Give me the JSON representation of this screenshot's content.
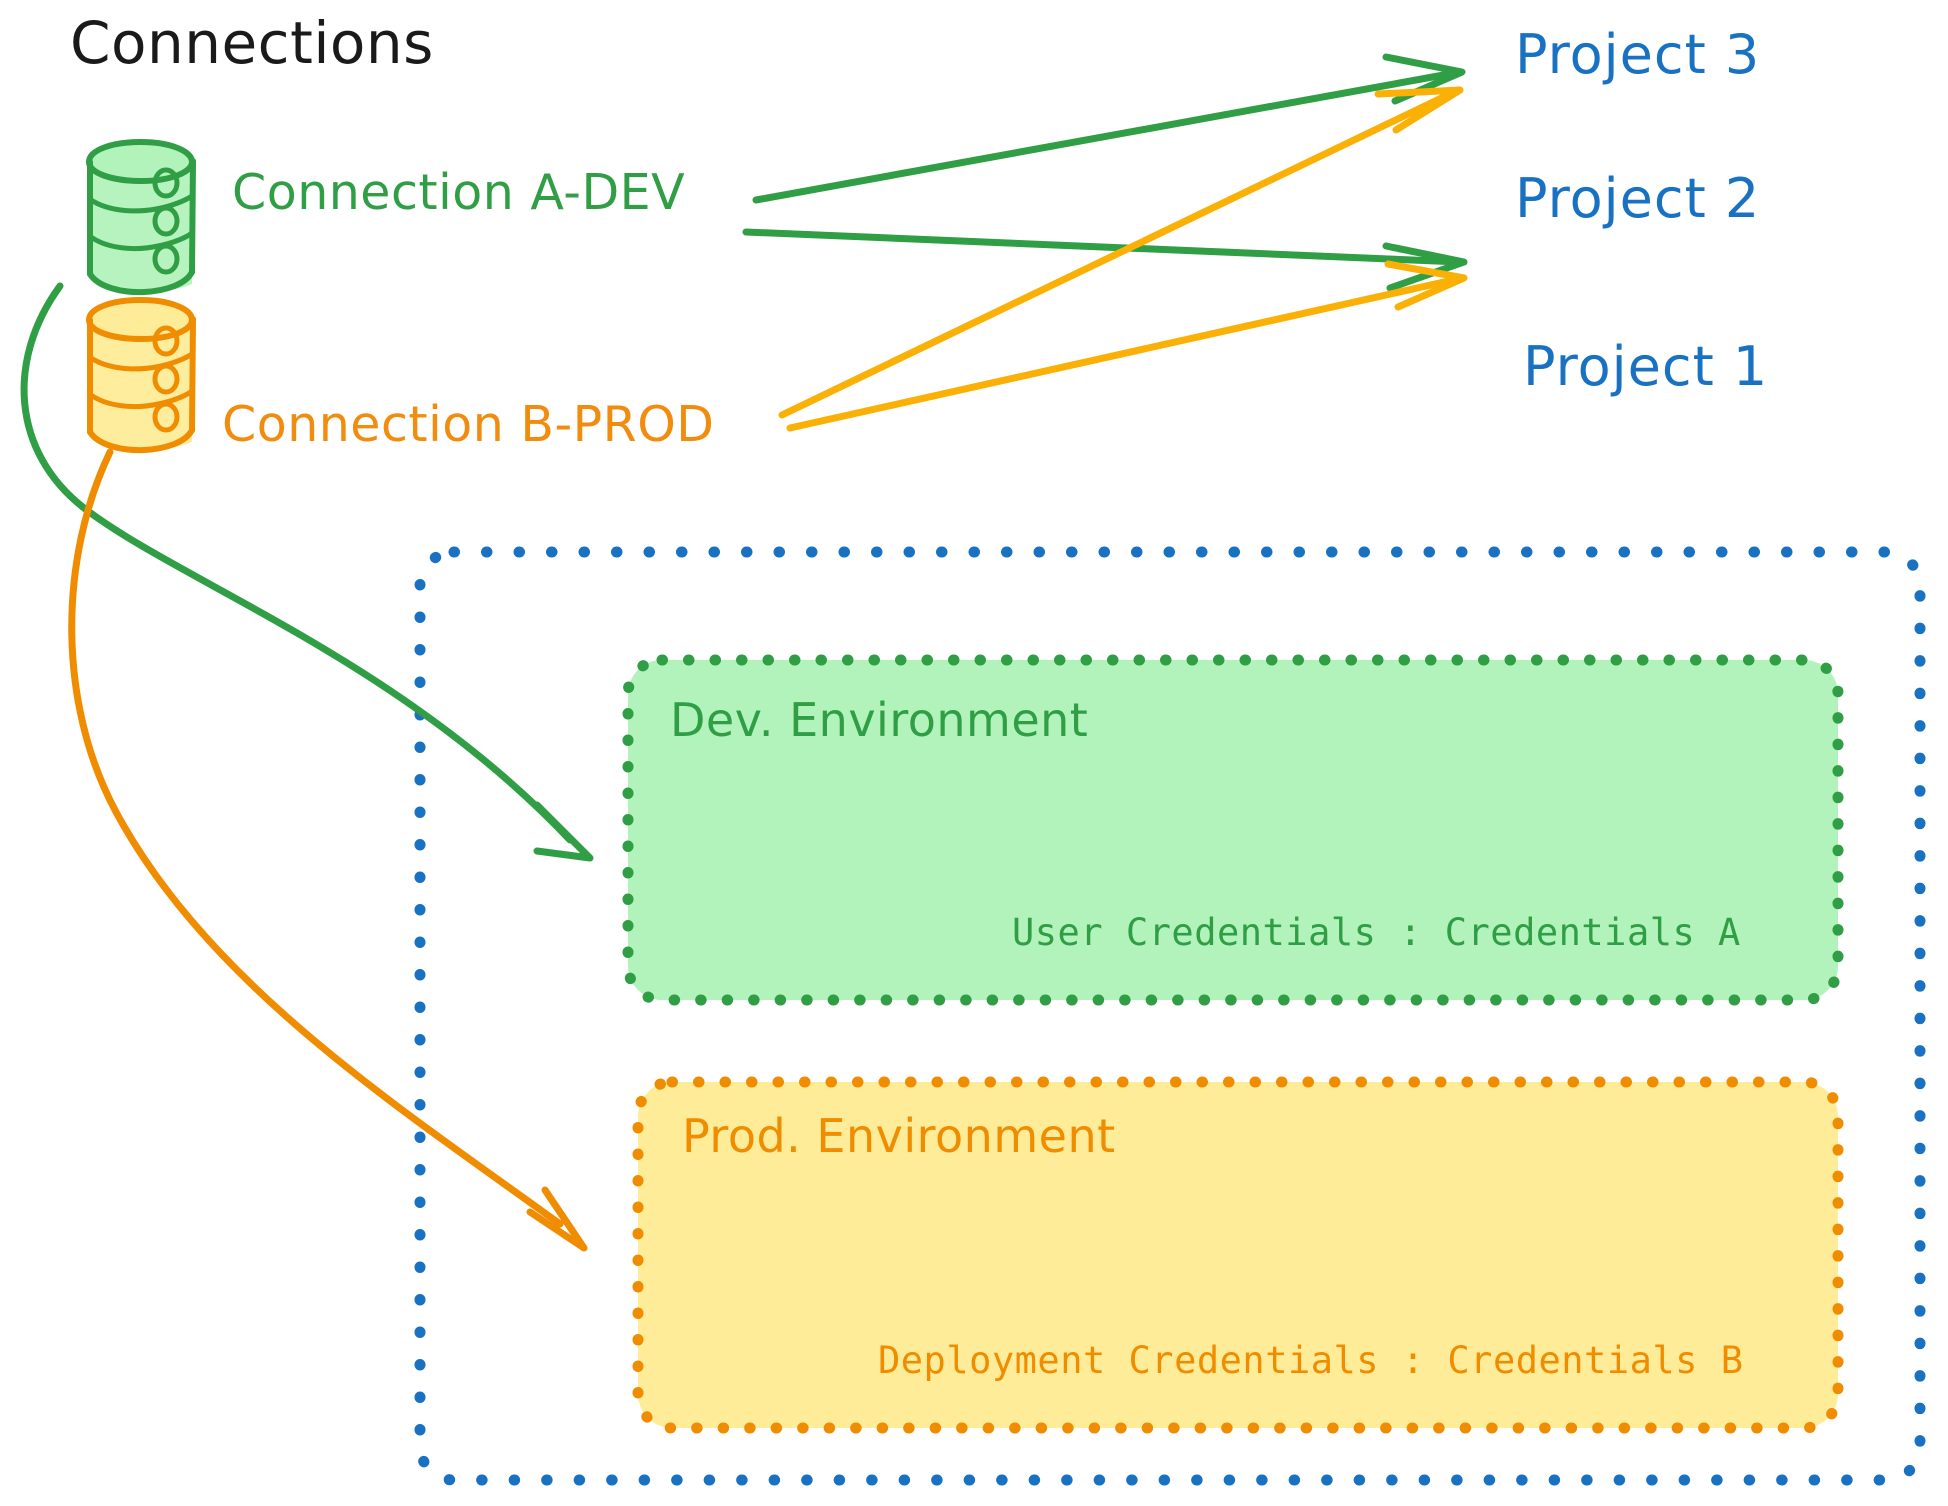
{
  "diagram": {
    "title": "Connections",
    "background": "#ffffff",
    "colors": {
      "green_stroke": "#2f9e44",
      "green_fill": "#b2f2bb",
      "orange_stroke": "#f08c00",
      "orange_fill": "#ffec99",
      "arrow_orange": "#fab005",
      "blue": "#1971c2",
      "text_black": "#1a1a1a"
    }
  },
  "connections": [
    {
      "id": "connection-a-dev",
      "label": "Connection A-DEV",
      "color": "#2f9e44",
      "icon": "database-icon",
      "targets": [
        "Project 3",
        "Project 2",
        "Dev. Environment"
      ]
    },
    {
      "id": "connection-b-prod",
      "label": "Connection B-PROD",
      "color": "#f08c00",
      "icon": "database-icon",
      "targets": [
        "Project 3",
        "Project 2",
        "Prod. Environment"
      ]
    }
  ],
  "projects": [
    {
      "id": "project-3",
      "label": "Project 3"
    },
    {
      "id": "project-2",
      "label": "Project 2"
    },
    {
      "id": "project-1",
      "label": "Project 1"
    }
  ],
  "project1_container": {
    "label": "Project 1",
    "border_color": "#1971c2",
    "border_style": "dotted",
    "environments": [
      {
        "id": "dev-environment",
        "title": "Dev. Environment",
        "credential_label": "User Credentials",
        "credential_separator": ":",
        "credential_value": "Credentials A",
        "credential_text": "User Credentials : Credentials A",
        "fill": "#b2f2bb",
        "border_color": "#2f9e44"
      },
      {
        "id": "prod-environment",
        "title": "Prod. Environment",
        "credential_label": "Deployment Credentials",
        "credential_separator": ":",
        "credential_value": "Credentials B",
        "credential_text": "Deployment Credentials : Credentials B",
        "fill": "#ffec99",
        "border_color": "#f08c00"
      }
    ]
  },
  "arrows": [
    {
      "id": "arrow-a-to-project3",
      "from": "connection-a-dev",
      "to": "project-3",
      "color": "#2f9e44"
    },
    {
      "id": "arrow-a-to-project2",
      "from": "connection-a-dev",
      "to": "project-2",
      "color": "#2f9e44"
    },
    {
      "id": "arrow-a-to-dev-env",
      "from": "connection-a-dev",
      "to": "dev-environment",
      "color": "#2f9e44"
    },
    {
      "id": "arrow-b-to-project3",
      "from": "connection-b-prod",
      "to": "project-3",
      "color": "#fab005"
    },
    {
      "id": "arrow-b-to-project2",
      "from": "connection-b-prod",
      "to": "project-2",
      "color": "#fab005"
    },
    {
      "id": "arrow-b-to-prod-env",
      "from": "connection-b-prod",
      "to": "prod-environment",
      "color": "#f08c00"
    }
  ]
}
